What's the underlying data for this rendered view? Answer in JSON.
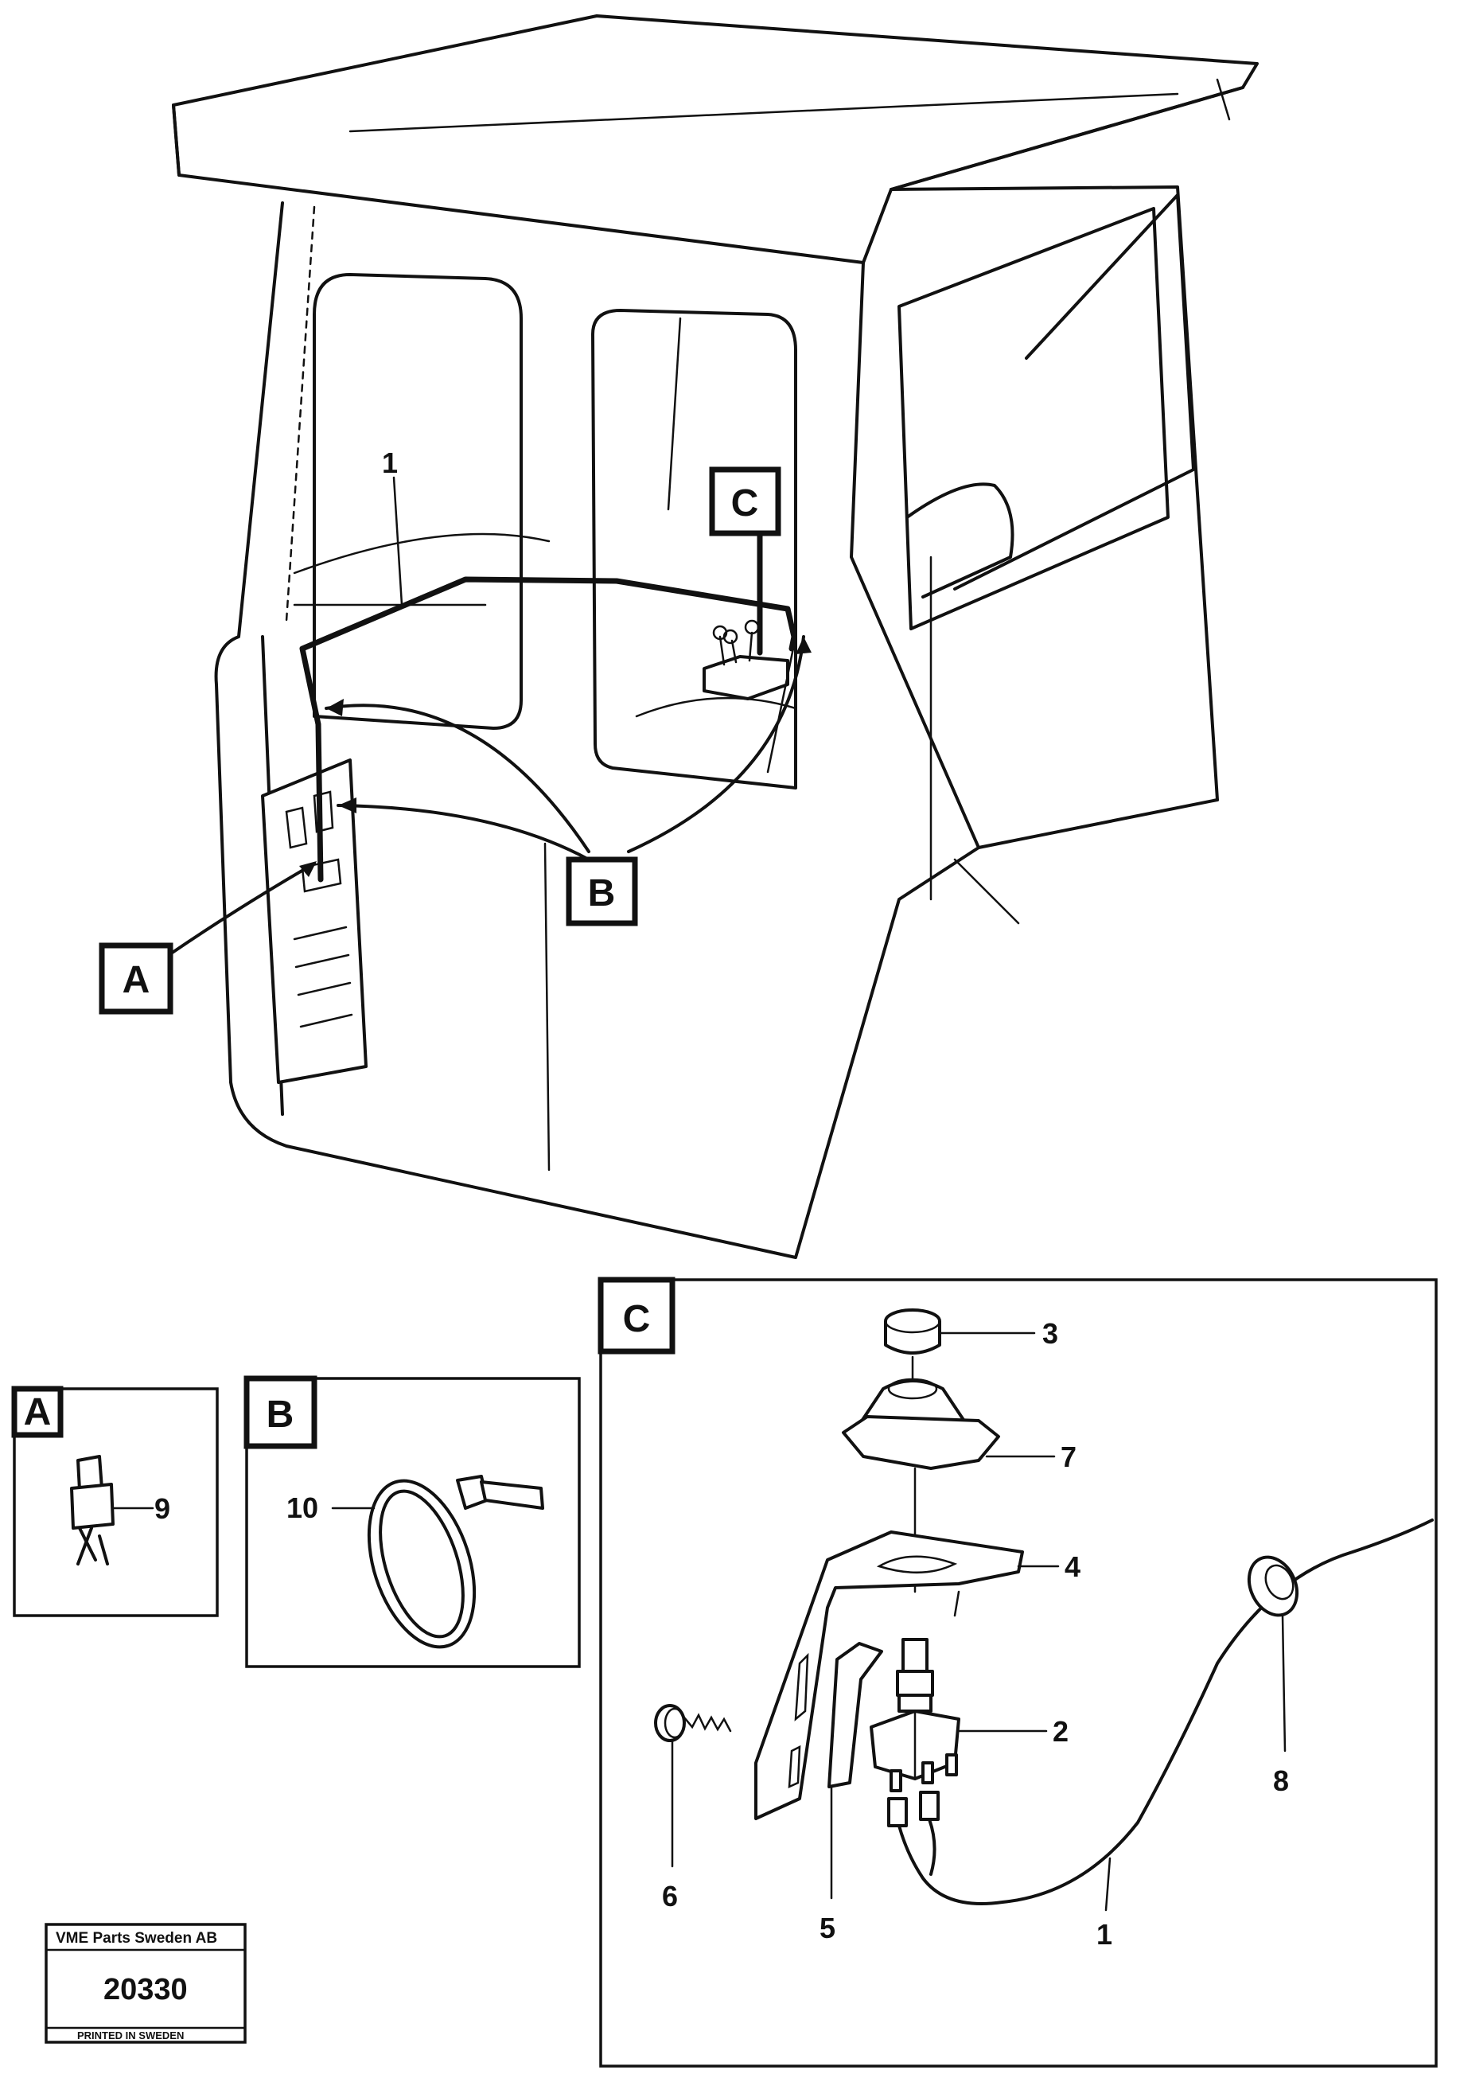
{
  "callouts": {
    "overview": {
      "harness": "1"
    },
    "detail_c": {
      "item_3": "3",
      "item_7": "7",
      "item_4": "4",
      "item_2": "2",
      "item_8": "8",
      "item_6": "6",
      "item_5": "5",
      "item_1": "1"
    },
    "detail_a": {
      "item_9": "9"
    },
    "detail_b": {
      "item_10": "10"
    }
  },
  "view_letters": {
    "overview_c": "C",
    "overview_b": "B",
    "overview_a": "A",
    "detail_a": "A",
    "detail_b": "B",
    "detail_c": "C"
  },
  "stamp": {
    "company": "VME Parts Sweden AB",
    "number": "20330",
    "printed": "PRINTED IN SWEDEN"
  }
}
